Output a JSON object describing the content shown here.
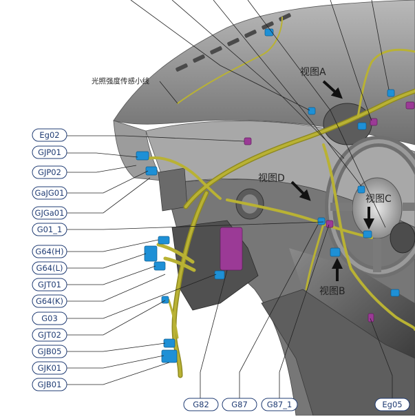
{
  "labels_left": [
    "Eg02",
    "GJP01",
    "GJP02",
    "GaJG01",
    "GJGa01",
    "G01_1",
    "G64(H)",
    "G64(L)",
    "GJT01",
    "G64(K)",
    "G03",
    "GJT02",
    "GJB05",
    "GJK01",
    "GJB01"
  ],
  "labels_bottom": [
    "G82",
    "G87",
    "G87_1",
    "Eg05"
  ],
  "annotation": "光照强度传感小线",
  "views": [
    "视图A",
    "视图B",
    "视图C",
    "视图D"
  ],
  "colors": {
    "harness": "#b9b234",
    "connector_blue": "#1e90d6",
    "connector_magenta": "#9b3a96",
    "label_border": "#1f3b73"
  }
}
